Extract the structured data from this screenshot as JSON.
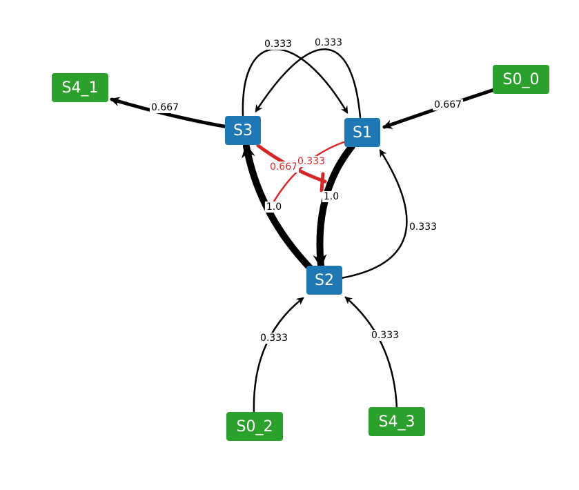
{
  "colors": {
    "core": "#1f77b4",
    "boundary": "#2ca02c",
    "activation": "#000000",
    "inhibition": "#d62728"
  },
  "nodes": [
    {
      "id": "S3",
      "label": "S3",
      "kind": "core"
    },
    {
      "id": "S1",
      "label": "S1",
      "kind": "core"
    },
    {
      "id": "S2",
      "label": "S2",
      "kind": "core"
    },
    {
      "id": "S4_1",
      "label": "S4_1",
      "kind": "boundary"
    },
    {
      "id": "S0_0",
      "label": "S0_0",
      "kind": "boundary"
    },
    {
      "id": "S0_2",
      "label": "S0_2",
      "kind": "boundary"
    },
    {
      "id": "S4_3",
      "label": "S4_3",
      "kind": "boundary"
    }
  ],
  "edges": [
    {
      "source": "S3",
      "target": "S4_1",
      "weight": "0.667",
      "type": "activation"
    },
    {
      "source": "S0_0",
      "target": "S1",
      "weight": "0.667",
      "type": "activation"
    },
    {
      "source": "S3",
      "target": "S1",
      "weight": "0.333",
      "type": "activation"
    },
    {
      "source": "S1",
      "target": "S3",
      "weight": "0.333",
      "type": "activation"
    },
    {
      "source": "S3",
      "target": "S2",
      "weight": "0.667",
      "type": "inhibition"
    },
    {
      "source": "S1",
      "target": "S3",
      "weight": "0.333",
      "type": "inhibition"
    },
    {
      "source": "S1",
      "target": "S2",
      "weight": "1.0",
      "type": "activation"
    },
    {
      "source": "S2",
      "target": "S3",
      "weight": "1.0",
      "type": "activation"
    },
    {
      "source": "S2",
      "target": "S1",
      "weight": "0.333",
      "type": "activation"
    },
    {
      "source": "S0_2",
      "target": "S2",
      "weight": "0.333",
      "type": "activation"
    },
    {
      "source": "S4_3",
      "target": "S2",
      "weight": "0.333",
      "type": "activation"
    }
  ]
}
